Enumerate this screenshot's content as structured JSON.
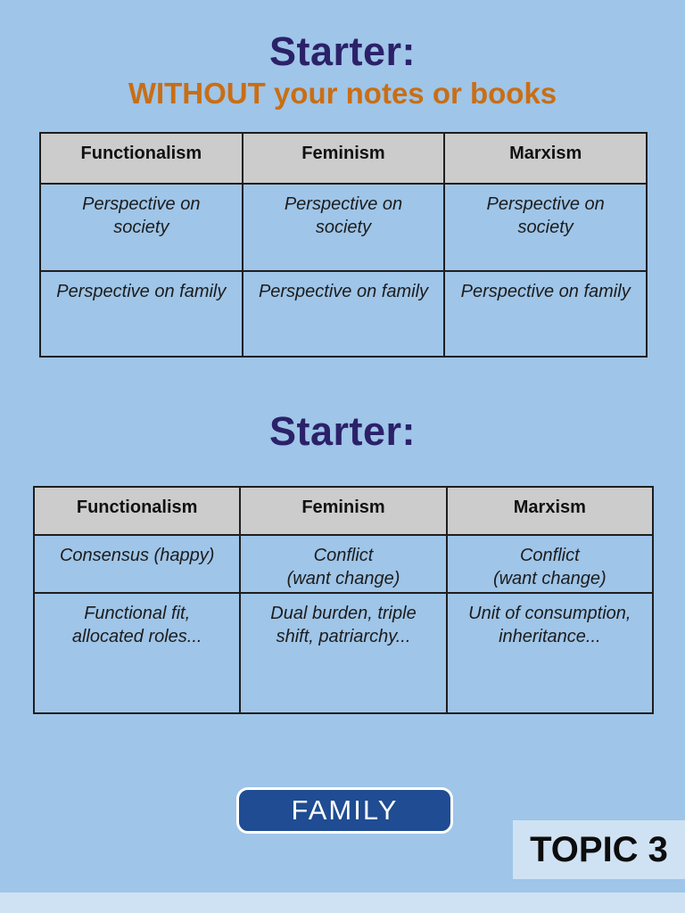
{
  "colors": {
    "page_background": "#9fc5e8",
    "light_panel": "#cfe2f3",
    "title_navy": "#2b2169",
    "subtitle_orange": "#c96e14",
    "table_header_gray": "#cccccc",
    "button_blue": "#1f4c92"
  },
  "section1": {
    "title": "Starter:",
    "subtitle": "WITHOUT your notes or books",
    "table": {
      "headers": [
        "Functionalism",
        "Feminism",
        "Marxism"
      ],
      "row1": [
        "Perspective on\nsociety",
        "Perspective on\nsociety",
        "Perspective on\nsociety"
      ],
      "row2": [
        "Perspective on family",
        "Perspective on family",
        "Perspective on family"
      ]
    }
  },
  "section2": {
    "title": "Starter:",
    "table": {
      "headers": [
        "Functionalism",
        "Feminism",
        "Marxism"
      ],
      "row1": [
        "Consensus (happy)",
        "Conflict\n(want change)",
        "Conflict\n(want change)"
      ],
      "row2": [
        "Functional fit,\nallocated roles...",
        "Dual burden, triple\nshift, patriarchy...",
        "Unit of consumption,\ninheritance..."
      ]
    }
  },
  "footer": {
    "family_button": "FAMILY",
    "topic_label": "TOPIC 3"
  }
}
